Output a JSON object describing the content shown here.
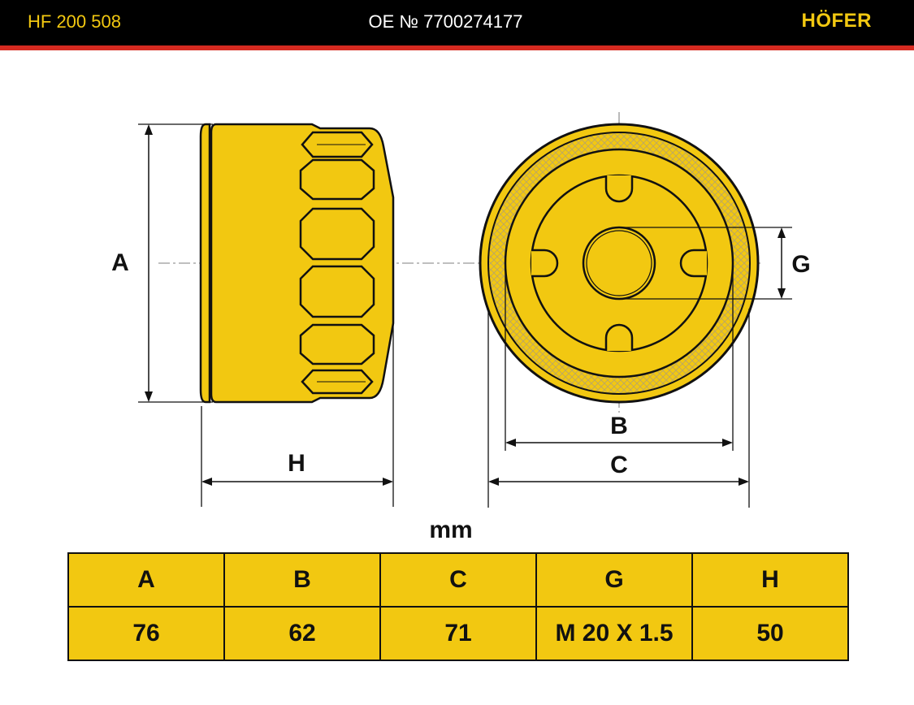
{
  "header": {
    "part_number": "HF 200 508",
    "oe_number": "OE № 7700274177",
    "brand": "HÖFER"
  },
  "colors": {
    "header_bg": "#000000",
    "header_rule": "#d62a20",
    "accent_yellow": "#f2c811",
    "outline": "#111111"
  },
  "diagram": {
    "labels": {
      "a": "A",
      "b": "B",
      "c": "C",
      "g": "G",
      "h": "H"
    }
  },
  "unit": "mm",
  "spec_table": {
    "headers": [
      "A",
      "B",
      "C",
      "G",
      "H"
    ],
    "values": [
      "76",
      "62",
      "71",
      "M 20 X 1.5",
      "50"
    ]
  }
}
